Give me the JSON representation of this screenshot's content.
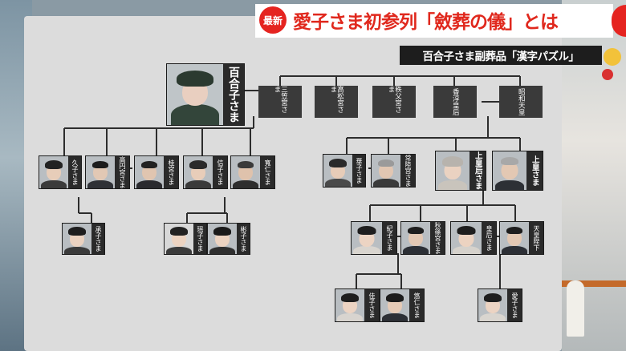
{
  "headline": {
    "badge": "最新",
    "title": "愛子さま初参列「斂葬の儀」とは"
  },
  "subheadline": "百合子さま副葬品「漢字パズル」",
  "tree": {
    "main_name": "百合子さま",
    "plates": [
      "三笠宮さま",
      "高松宮さま",
      "秩父宮さま",
      "香淳皇后",
      "昭和天皇"
    ],
    "gen2": [
      "久子さま",
      "高円宮さま",
      "桂宮さま",
      "信子さま",
      "寬仁さま",
      "華子さま",
      "常陸宮さま",
      "上皇后さま",
      "上皇さま"
    ],
    "gen3": [
      "承子さま",
      "瑶子さま",
      "彬子さま",
      "紀子さま",
      "秋篠宮さま",
      "皇后さま",
      "天皇陛下"
    ],
    "gen4": [
      "佳子さま",
      "悠仁さま",
      "愛子さま"
    ]
  }
}
